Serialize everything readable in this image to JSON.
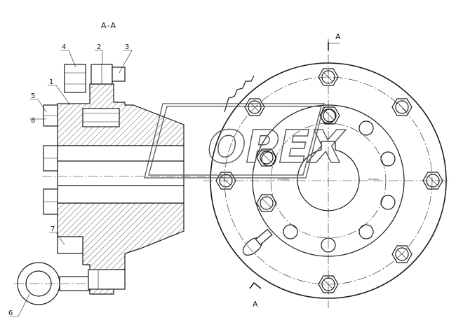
{
  "section_title": "А-А",
  "cut_mark_top": "А",
  "cut_mark_bottom": "А",
  "watermark": "OPEX",
  "callouts": [
    "1",
    "2",
    "3",
    "4",
    "5",
    "6",
    "7",
    "8"
  ]
}
